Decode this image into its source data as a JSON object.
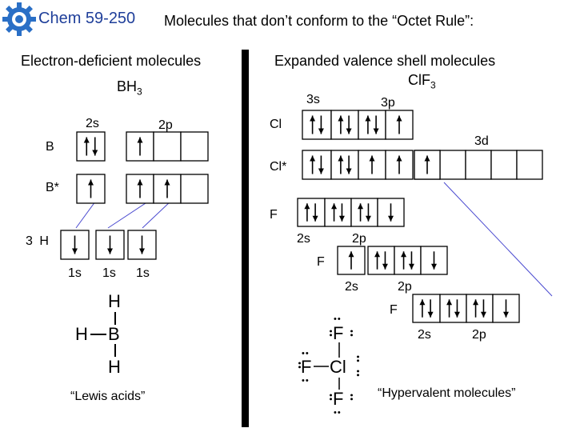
{
  "header": {
    "course": "Chem 59-250",
    "title": "Molecules that don’t conform to the “Octet Rule”:",
    "logo_icon": "gear-logo-icon"
  },
  "left": {
    "heading": "Electron-deficient molecules",
    "formula_main": "BH",
    "formula_sub": "3",
    "orbital_2s": "2s",
    "orbital_2p": "2p",
    "atom_b": "B",
    "atom_b_star": "B*",
    "hydrogens": "3 H",
    "h_orbital_1": "1s",
    "h_orbital_2": "1s",
    "h_orbital_3": "1s",
    "lewis": {
      "top_h": "H",
      "left_h": "H",
      "center_b": "B",
      "bottom_h": "H"
    },
    "caption": "“Lewis acids”"
  },
  "right": {
    "heading": "Expanded valence shell molecules",
    "formula_main": "ClF",
    "formula_sub": "3",
    "orbital_3s": "3s",
    "orbital_3p": "3p",
    "orbital_3d": "3d",
    "atom_cl": "Cl",
    "atom_cl_star": "Cl*",
    "fluorine_1": {
      "label": "F",
      "s": "2s",
      "p": "2p"
    },
    "fluorine_2": {
      "label": "F",
      "s": "2s",
      "p": "2p"
    },
    "fluorine_3": {
      "label": "F",
      "s": "2s",
      "p": "2p"
    },
    "lewis": {
      "top_f": "F",
      "left_f": "F",
      "center_cl": "Cl",
      "bottom_f": "F",
      "dots": "••"
    },
    "caption": "“Hypervalent molecules”"
  },
  "colors": {
    "course_blue": "#1f3f9a",
    "connector_blue": "#4a4ad0",
    "divider": "#000000"
  }
}
